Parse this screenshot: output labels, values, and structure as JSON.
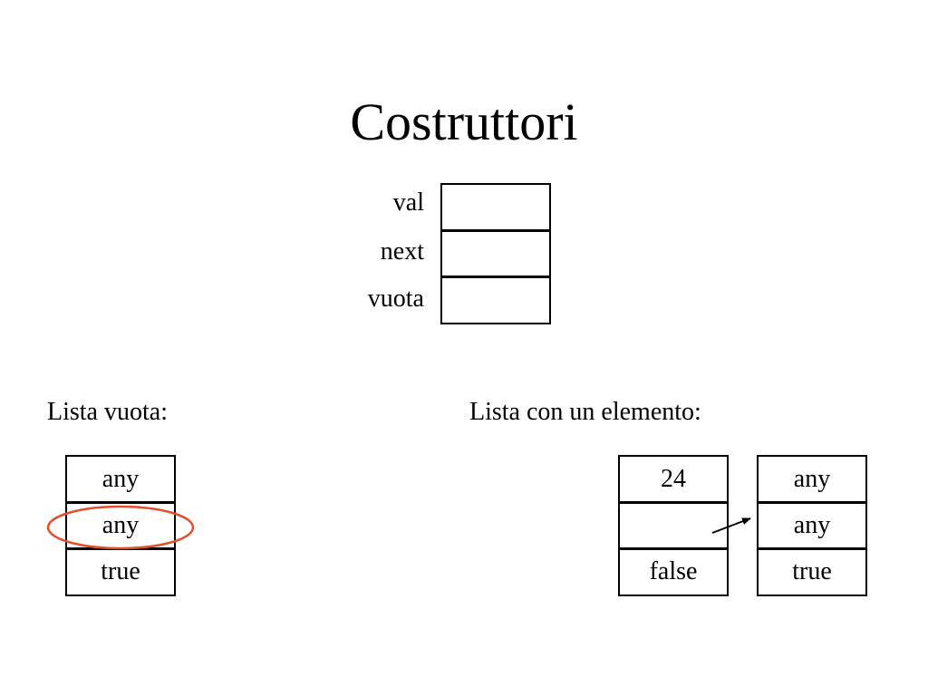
{
  "title": "Costruttori",
  "structure": {
    "labels": [
      "val",
      "next",
      "vuota"
    ]
  },
  "empty_list": {
    "caption": "Lista vuota:",
    "cells": [
      "any",
      "any",
      "true"
    ]
  },
  "one_element_list": {
    "caption": "Lista con un elemento:",
    "node1": [
      "24",
      "",
      "false"
    ],
    "node2": [
      "any",
      "any",
      "true"
    ]
  },
  "colors": {
    "highlight": "#e0502a"
  }
}
